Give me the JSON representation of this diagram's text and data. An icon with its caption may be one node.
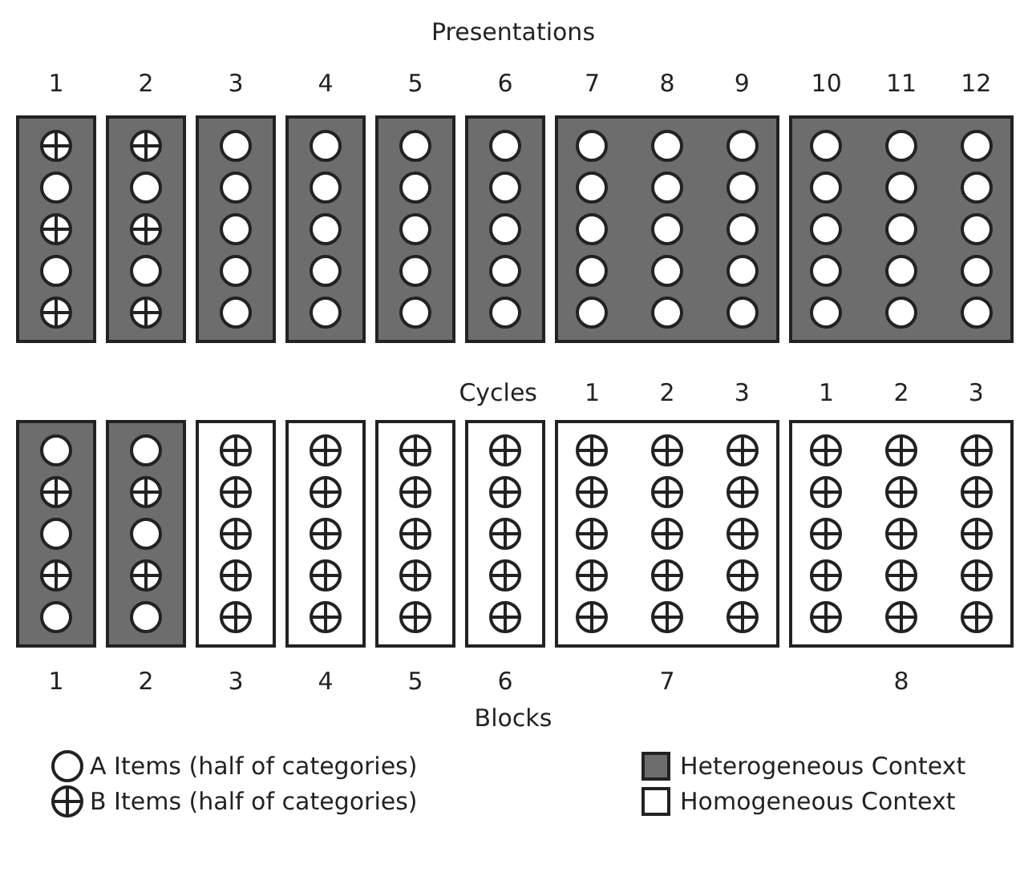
{
  "diagram": {
    "labels": [
      "Presentations",
      "1",
      "2",
      "3",
      "4",
      "5",
      "6",
      "7",
      "8",
      "9",
      "10",
      "11",
      "12",
      "Cycles",
      "1",
      "2",
      "3",
      "1",
      "2",
      "3",
      "1",
      "2",
      "3",
      "4",
      "5",
      "6",
      "7",
      "8",
      "Blocks"
    ],
    "legend": [
      {
        "text": "A Items (half of categories)"
      },
      {
        "text": "B Items (half of categories)"
      },
      {
        "text": "Heterogeneous Context",
        "color": "#6d6d6d"
      },
      {
        "text": "Homogeneous Context",
        "color": "#ffffff"
      }
    ]
  }
}
